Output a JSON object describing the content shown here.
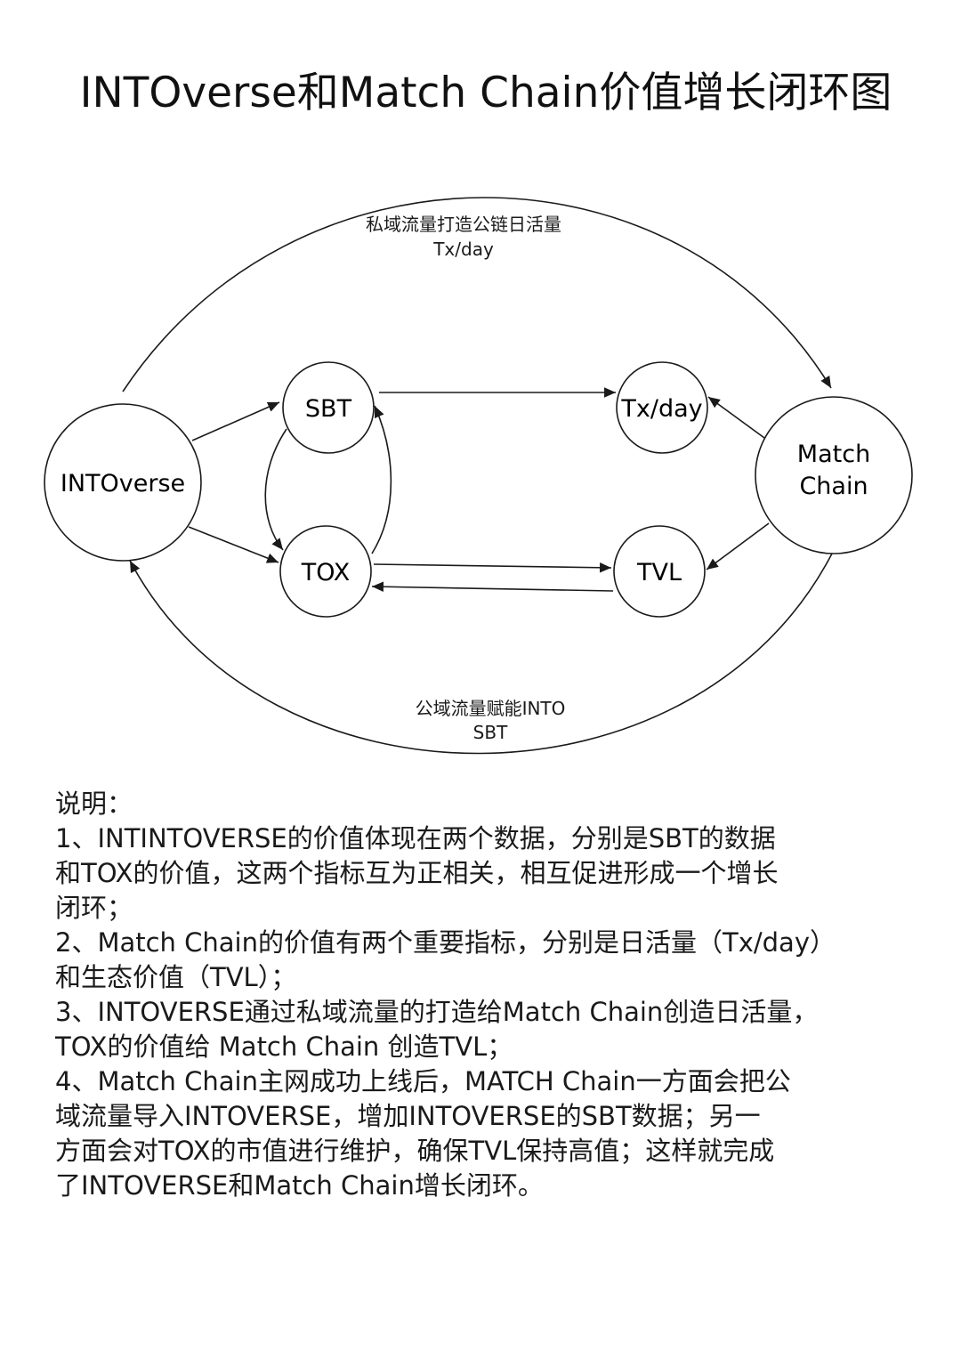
{
  "title": "INTOverse和Match Chain价值增长闭环图",
  "nodes": {
    "intoverse": "INTOverse",
    "sbt": "SBT",
    "tox": "TOX",
    "txday": "Tx/day",
    "tvl": "TVL",
    "match_chain_line1": "Match",
    "match_chain_line2": "Chain"
  },
  "top_arc_label": {
    "line1": "私域流量打造公链日活量",
    "line2": "Tx/day"
  },
  "bottom_arc_label": {
    "line1": "公域流量赋能INTO",
    "line2": "SBT"
  },
  "notes": {
    "heading": "说明：",
    "item1_line1": "1、INTINTOVERSE的价值体现在两个数据，分别是SBT的数据",
    "item1_line2": "和TOX的价值，这两个指标互为正相关，相互促进形成一个增长",
    "item1_line3": "闭环；",
    "item2_line1": "2、Match Chain的价值有两个重要指标，分别是日活量（Tx/day）",
    "item2_line2": "和生态价值（TVL）；",
    "item3_line1": "3、INTOVERSE通过私域流量的打造给Match Chain创造日活量，",
    "item3_line2": "TOX的价值给 Match Chain 创造TVL；",
    "item4_line1": "4、Match Chain主网成功上线后，MATCH Chain一方面会把公",
    "item4_line2": "域流量导入INTOVERSE，增加INTOVERSE的SBT数据；另一",
    "item4_line3": "方面会对TOX的市值进行维护，确保TVL保持高值；这样就完成",
    "item4_line4": "了INTOVERSE和Match Chain增长闭环。"
  }
}
